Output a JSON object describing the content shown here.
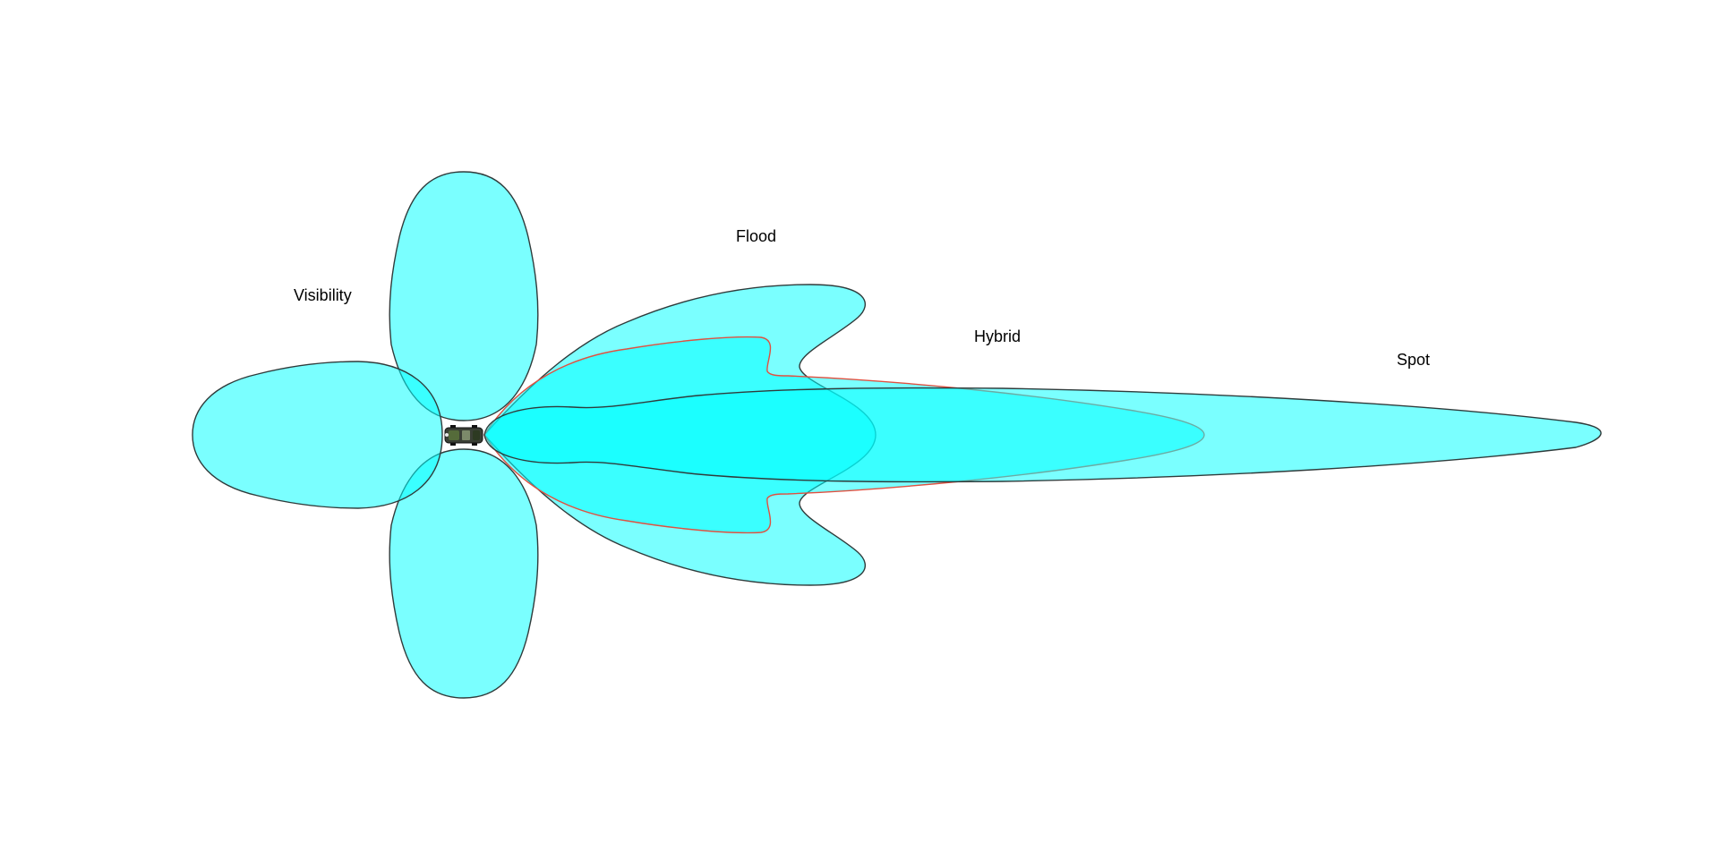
{
  "labels": {
    "visibility": "Visibility",
    "flood": "Flood",
    "hybrid": "Hybrid",
    "spot": "Spot"
  },
  "colors": {
    "beam_fill": "#00ffff",
    "beam_outline": "#2f3b3b",
    "hybrid_outline": "#e05040",
    "background": "#ffffff"
  },
  "icons": {
    "vehicle": "vehicle-top-view-icon"
  }
}
